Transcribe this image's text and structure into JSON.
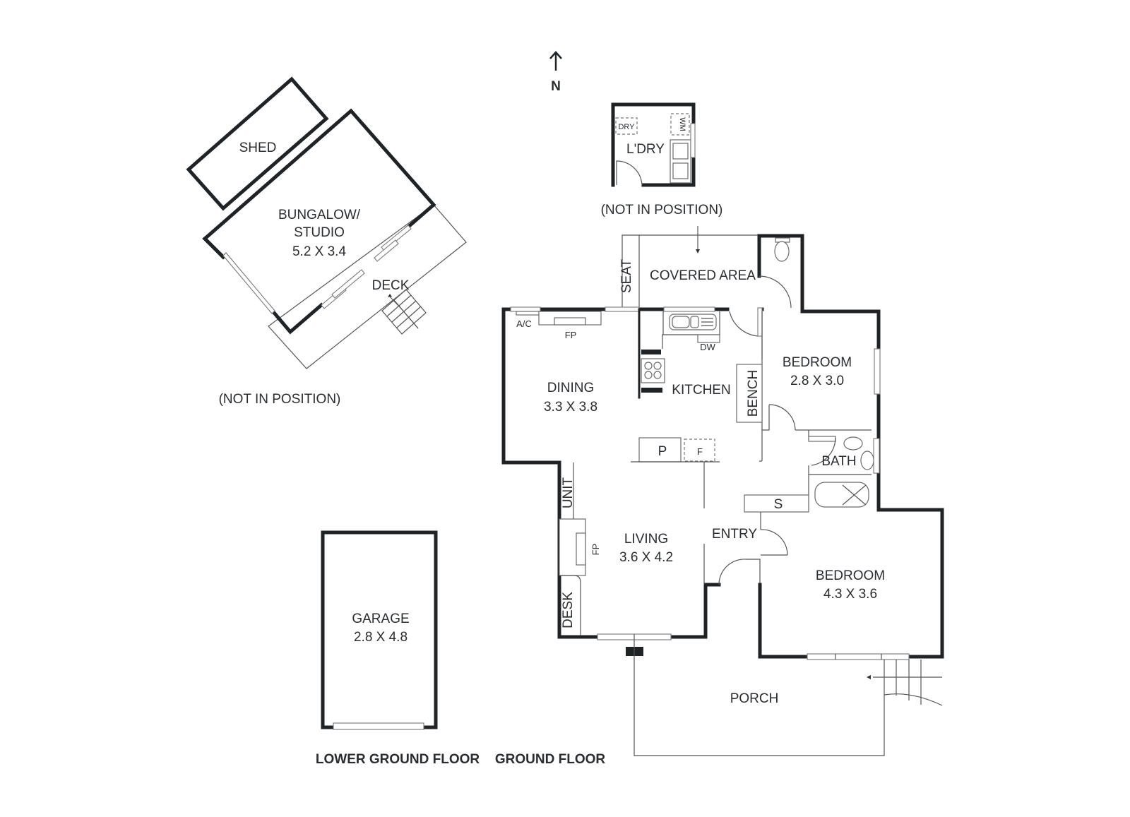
{
  "compass": {
    "label": "N",
    "icon": "north-arrow-icon"
  },
  "floors": {
    "lower_ground": "LOWER GROUND FLOOR",
    "ground": "GROUND FLOOR"
  },
  "rooms": {
    "shed": {
      "name": "SHED"
    },
    "bungalow": {
      "name_line1": "BUNGALOW/",
      "name_line2": "STUDIO",
      "dims": "5.2 X 3.4"
    },
    "deck": {
      "name": "DECK"
    },
    "bungalow_note": "(NOT IN POSITION)",
    "laundry": {
      "name": "L'DRY",
      "dryer": "DRY",
      "washer": "WM"
    },
    "laundry_note": "(NOT IN POSITION)",
    "covered_area": {
      "name": "COVERED AREA",
      "seat": "SEAT"
    },
    "dining": {
      "name": "DINING",
      "dims": "3.3 X 3.8",
      "ac": "A/C",
      "fireplace": "FP"
    },
    "kitchen": {
      "name": "KITCHEN",
      "dishwasher": "DW",
      "pantry": "P",
      "fridge": "F",
      "bench": "BENCH"
    },
    "bedroom1": {
      "name": "BEDROOM",
      "dims": "2.8 X 3.0"
    },
    "bath": {
      "name": "BATH",
      "storage": "S"
    },
    "living": {
      "name": "LIVING",
      "dims": "3.6 X 4.2",
      "unit": "UNIT",
      "fireplace": "FP",
      "desk": "DESK"
    },
    "entry": {
      "name": "ENTRY"
    },
    "bedroom2": {
      "name": "BEDROOM",
      "dims": "4.3 X 3.6"
    },
    "garage": {
      "name": "GARAGE",
      "dims": "2.8 X 4.8"
    },
    "porch": {
      "name": "PORCH"
    }
  }
}
